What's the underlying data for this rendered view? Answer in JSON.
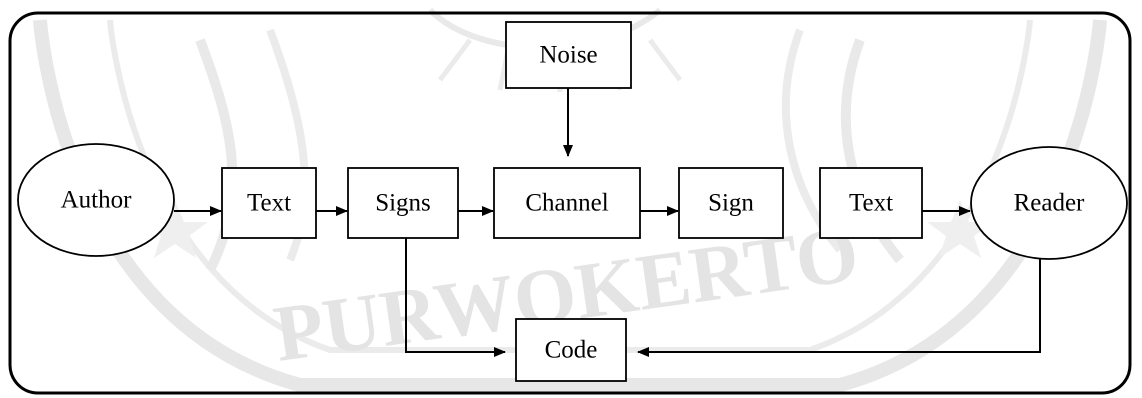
{
  "diagram": {
    "nodes": {
      "noise": {
        "label": "Noise"
      },
      "author": {
        "label": "Author"
      },
      "text1": {
        "label": "Text"
      },
      "signs": {
        "label": "Signs"
      },
      "channel": {
        "label": "Channel"
      },
      "sign": {
        "label": "Sign"
      },
      "text2": {
        "label": "Text"
      },
      "reader": {
        "label": "Reader"
      },
      "code": {
        "label": "Code"
      }
    },
    "edges": [
      {
        "from": "author",
        "to": "text1"
      },
      {
        "from": "text1",
        "to": "signs"
      },
      {
        "from": "signs",
        "to": "channel"
      },
      {
        "from": "channel",
        "to": "sign"
      },
      {
        "from": "text2",
        "to": "reader"
      },
      {
        "from": "noise",
        "to": "channel"
      },
      {
        "from": "signs",
        "to": "code"
      },
      {
        "from": "reader",
        "to": "code"
      }
    ]
  },
  "watermark": {
    "text": "PURWOKERTO",
    "color": "#cfcfcf"
  }
}
